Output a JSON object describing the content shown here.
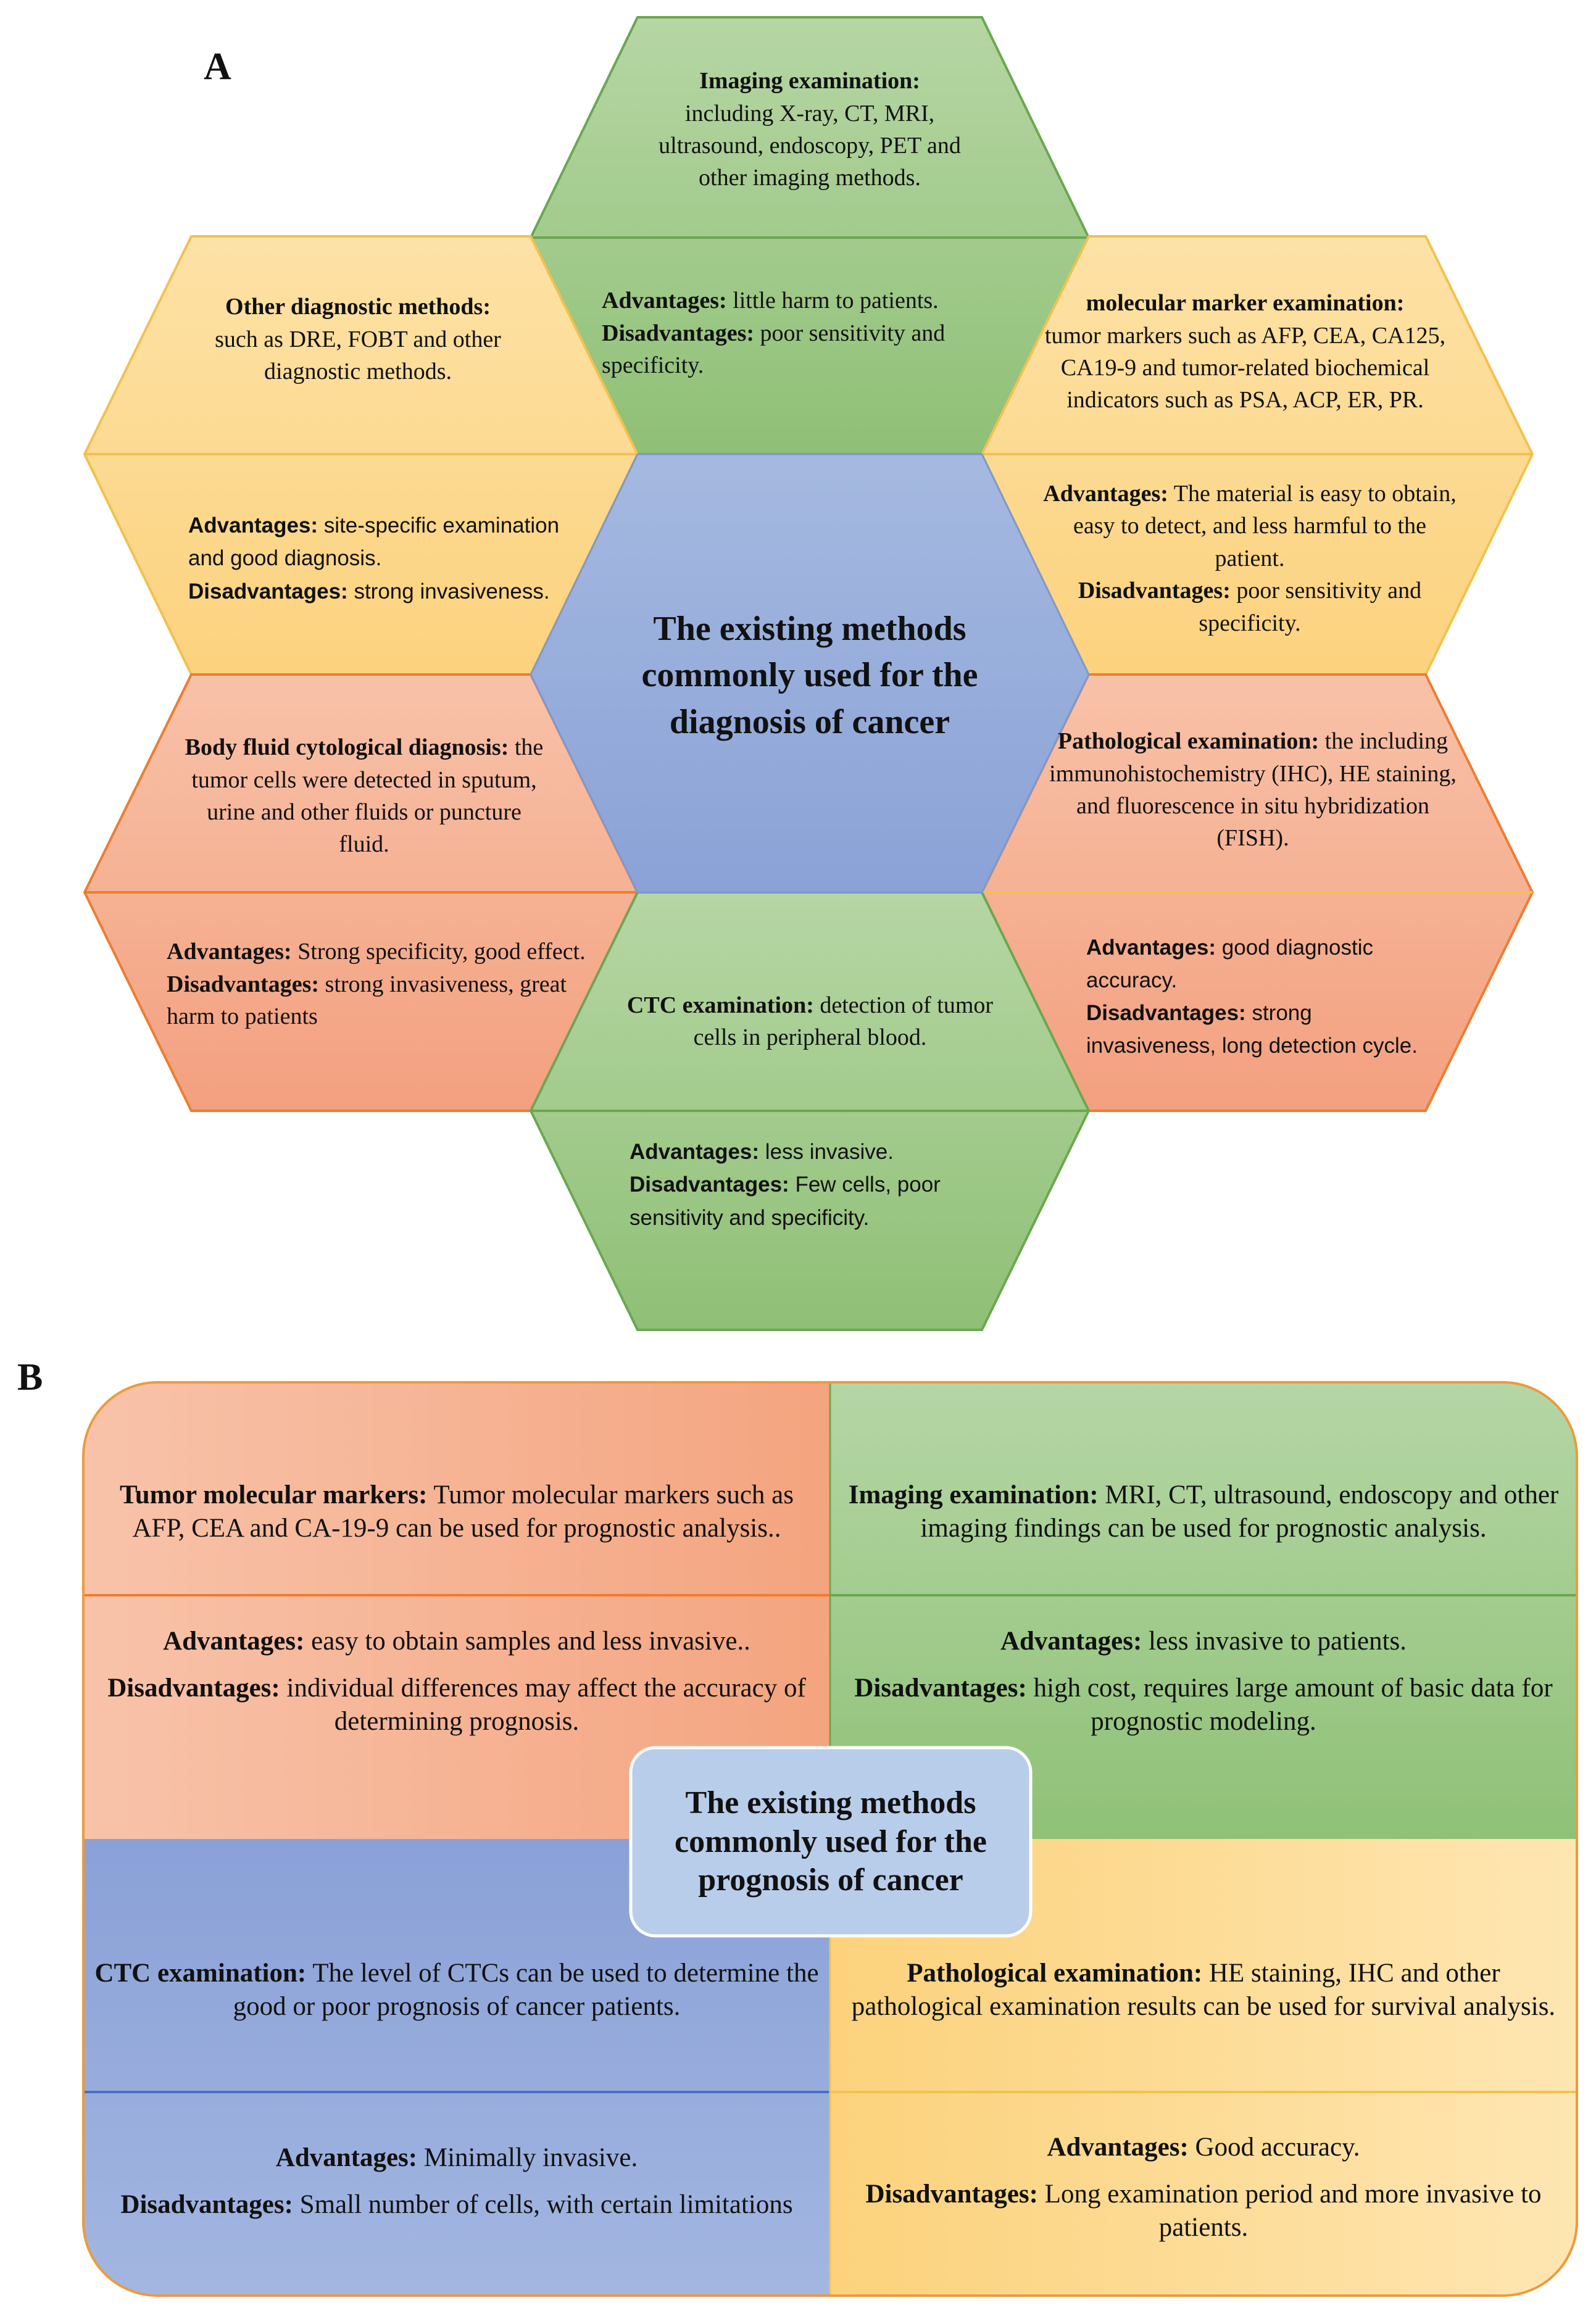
{
  "panel_a": {
    "label": "A",
    "center_title": "The existing methods commonly used for the diagnosis of cancer",
    "imaging": {
      "title": "Imaging examination:",
      "text": "including X-ray, CT, MRI, ultrasound, endoscopy, PET and other imaging methods.",
      "adv_label": "Advantages:",
      "adv": "little harm to patients.",
      "dis_label": "Disadvantages:",
      "dis": "poor sensitivity and specificity."
    },
    "other": {
      "title": "Other diagnostic methods:",
      "text": "such as DRE, FOBT and other diagnostic methods.",
      "adv_label": "Advantages:",
      "adv": "site-specific examination and good diagnosis.",
      "dis_label": "Disadvantages:",
      "dis": "strong invasiveness."
    },
    "molecular": {
      "title": "molecular marker examination:",
      "text": "tumor markers such as AFP, CEA, CA125, CA19-9 and  tumor-related biochemical indicators such as PSA, ACP, ER, PR.",
      "adv_label": "Advantages:",
      "adv": "The material is easy to obtain, easy to detect, and less harmful to the patient.",
      "dis_label": "Disadvantages:",
      "dis": "poor sensitivity and specificity."
    },
    "body_fluid": {
      "title": "Body fluid cytological diagnosis:",
      "text": "the tumor cells were detected in sputum, urine and other fluids or puncture fluid.",
      "adv_label": "Advantages:",
      "adv": "Strong specificity, good effect.",
      "dis_label": "Disadvantages:",
      "dis": "strong invasiveness, great harm to patients"
    },
    "pathological": {
      "title": "Pathological examination:",
      "text": "the including  immunohistochemistry (IHC), HE staining, and fluorescence in situ hybridization (FISH).",
      "adv_label": "Advantages:",
      "adv": "good diagnostic accuracy.",
      "dis_label": "Disadvantages:",
      "dis": "strong invasiveness, long detection cycle."
    },
    "ctc": {
      "title": "CTC examination:",
      "text": "detection of tumor cells in peripheral blood.",
      "adv_label": "Advantages:",
      "adv": "less invasive.",
      "dis_label": "Disadvantages:",
      "dis": "Few cells, poor sensitivity and specificity."
    }
  },
  "panel_b": {
    "label": "B",
    "center_title": "The existing methods commonly used for the prognosis of cancer",
    "tumor_markers": {
      "title": "Tumor molecular markers:",
      "text": "Tumor molecular markers such as AFP, CEA and CA-19-9 can be used for prognostic analysis..",
      "adv_label": "Advantages:",
      "adv": "easy to obtain samples and less invasive..",
      "dis_label": "Disadvantages:",
      "dis": "individual differences may affect the accuracy of determining prognosis."
    },
    "imaging": {
      "title": "Imaging examination:",
      "text": "MRI, CT, ultrasound, endoscopy and other imaging findings can be used for prognostic analysis.",
      "adv_label": "Advantages:",
      "adv": "less invasive to patients.",
      "dis_label": "Disadvantages:",
      "dis": "high cost, requires large amount of basic data for prognostic modeling."
    },
    "ctc": {
      "title": "CTC examination:",
      "text": "The level of CTCs can be used to determine the good or poor prognosis of cancer patients.",
      "adv_label": "Advantages:",
      "adv": "Minimally invasive.",
      "dis_label": "Disadvantages:",
      "dis": "Small number of cells, with certain limitations"
    },
    "pathological": {
      "title": "Pathological examination:",
      "text": "HE staining, IHC and other pathological examination results can be used for survival analysis.",
      "adv_label": "Advantages:",
      "adv": "Good accuracy.",
      "dis_label": "Disadvantages:",
      "dis": "Long examination period and more invasive to patients."
    }
  }
}
